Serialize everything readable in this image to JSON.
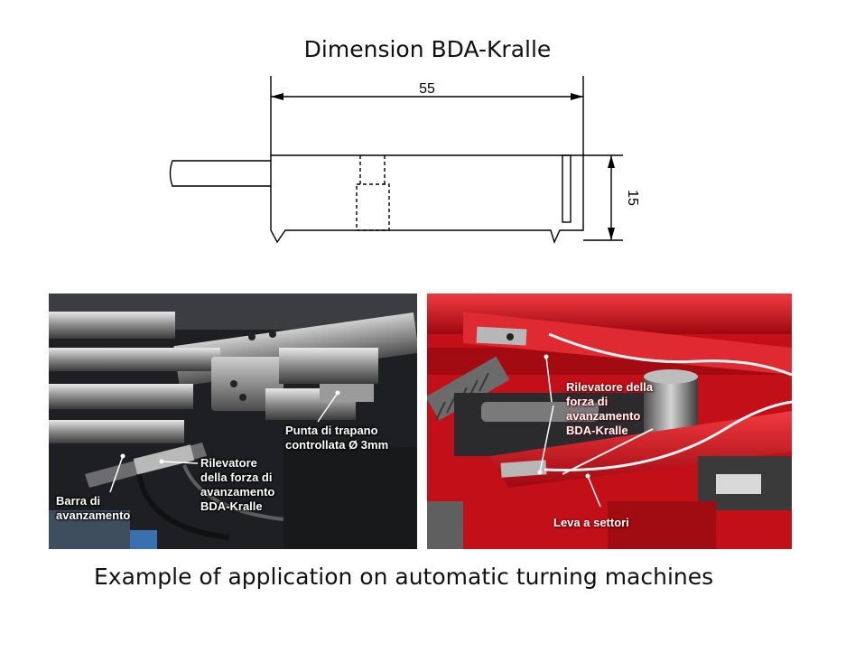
{
  "drawing": {
    "title": "Dimension BDA-Kralle",
    "dim_length": "55",
    "dim_height": "15"
  },
  "photo_left": {
    "labels": {
      "drill": "Punta di trapano\ncontrollata Ø 3mm",
      "sensor": "Rilevatore\ndella forza di\navanzamento\nBDA-Kralle",
      "bar": "Barra di\navanzamento"
    }
  },
  "photo_right": {
    "labels": {
      "sensor": "Rilevatore della\nforza di\navanzamento\nBDA-Kralle",
      "lever": "Leva a settori"
    },
    "colors": {
      "machine_red": "#d0121b",
      "dark": "#2a2a2a"
    }
  },
  "caption": "Example of application on automatic turning machines"
}
